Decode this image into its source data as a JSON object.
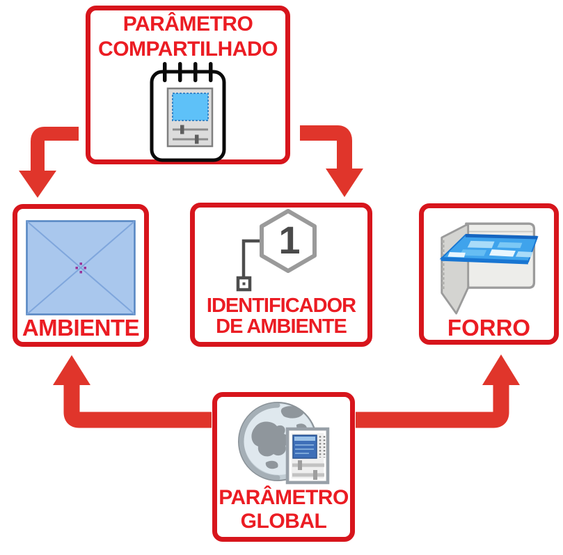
{
  "diagram": {
    "title": "Revit room / parameter relationship diagram",
    "background_color": "#ffffff",
    "colors": {
      "box_border": "#d7151c",
      "label_text": "#eb1c23",
      "arrow": "#e0352b",
      "room_fill": "#a9c7ed",
      "room_border": "#5585c2",
      "room_diagonal": "#7fa6dc",
      "room_center_cross": "#993399",
      "ceiling_blue": "#3fa3ec",
      "ceiling_edge_blue": "#1565c0",
      "screen_blue": "#5ec1f8",
      "panel_screen_blue": "#3e6fb8"
    },
    "nodes": {
      "shared_parameter": {
        "label_line1": "PARÂMETRO",
        "label_line2": "COMPARTILHADO",
        "icon": "shared-parameter-notepad-icon"
      },
      "room": {
        "label": "AMBIENTE",
        "icon": "room-area-icon"
      },
      "room_tag": {
        "label_line1": "IDENTIFICADOR",
        "label_line2": "DE AMBIENTE",
        "number": "1",
        "icon": "room-tag-hexagon-icon"
      },
      "ceiling": {
        "label": "FORRO",
        "icon": "ceiling-icon"
      },
      "global_parameter": {
        "label_line1": "PARÂMETRO",
        "label_line2": "GLOBAL",
        "icon": "global-parameter-globe-icon"
      }
    },
    "arrows": [
      {
        "from": "shared_parameter",
        "to": "room",
        "shape": "elbow-down-left"
      },
      {
        "from": "shared_parameter",
        "to": "room_tag",
        "shape": "elbow-down-right"
      },
      {
        "from": "global_parameter",
        "to": "room",
        "shape": "elbow-up-left"
      },
      {
        "from": "global_parameter",
        "to": "ceiling",
        "shape": "elbow-up-right"
      }
    ]
  }
}
